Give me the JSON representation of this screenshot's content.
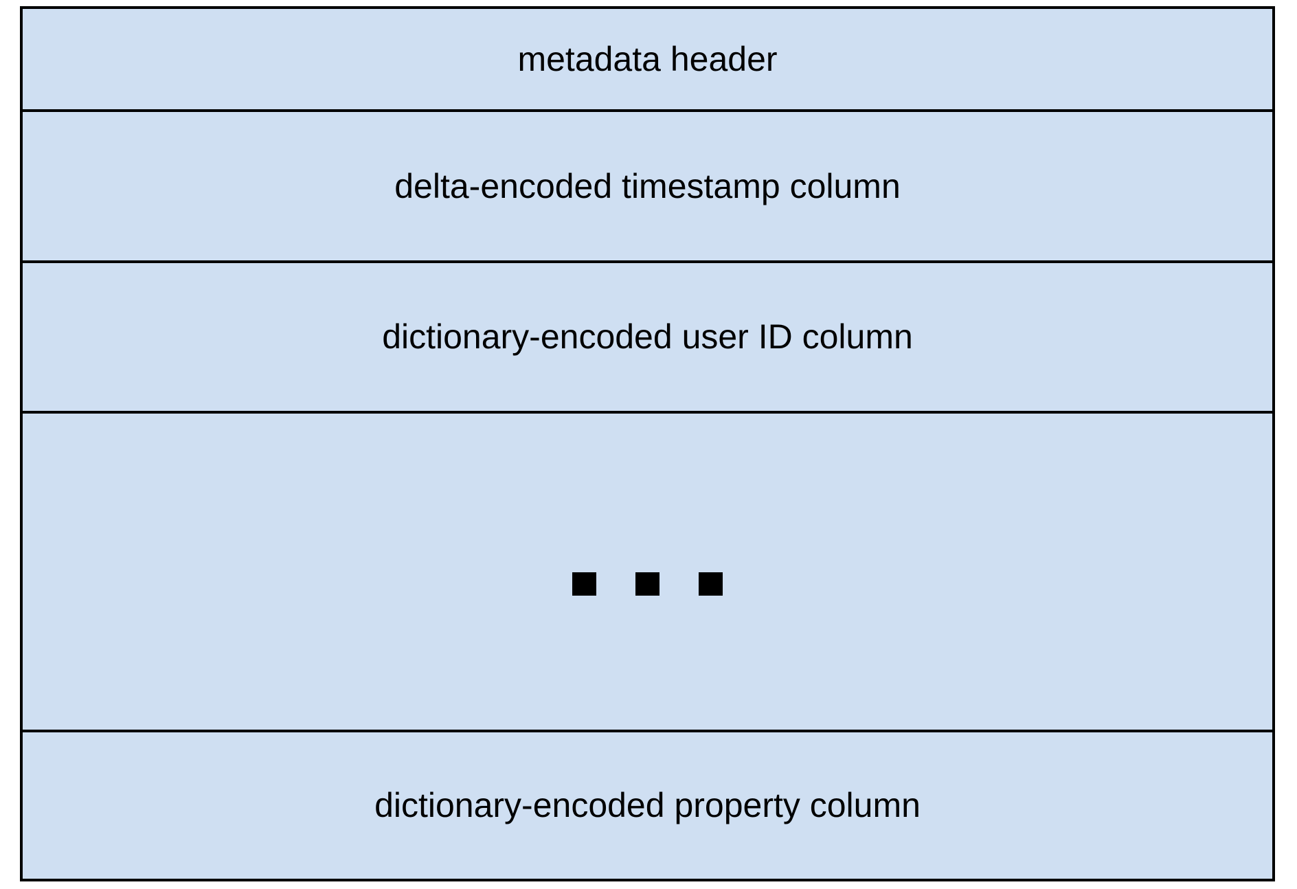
{
  "diagram": {
    "type": "stacked-block-layout",
    "title": "columnar storage block layout",
    "colors": {
      "block_fill": "#cfdff2",
      "block_border": "#000000",
      "label_text": "#000000",
      "page_background": "#ffffff",
      "ellipsis_marker": "#000000"
    },
    "segments": [
      {
        "id": "metadata-header",
        "label": "metadata header",
        "kind": "labeled"
      },
      {
        "id": "timestamp-column",
        "label": "delta-encoded timestamp column",
        "kind": "labeled"
      },
      {
        "id": "userid-column",
        "label": "dictionary-encoded user ID column",
        "kind": "labeled"
      },
      {
        "id": "continuation",
        "label": "",
        "kind": "ellipsis",
        "marker_icon": "three-squares-ellipsis-icon",
        "marker_count": 3
      },
      {
        "id": "property-column",
        "label": "dictionary-encoded property column",
        "kind": "labeled"
      }
    ]
  }
}
